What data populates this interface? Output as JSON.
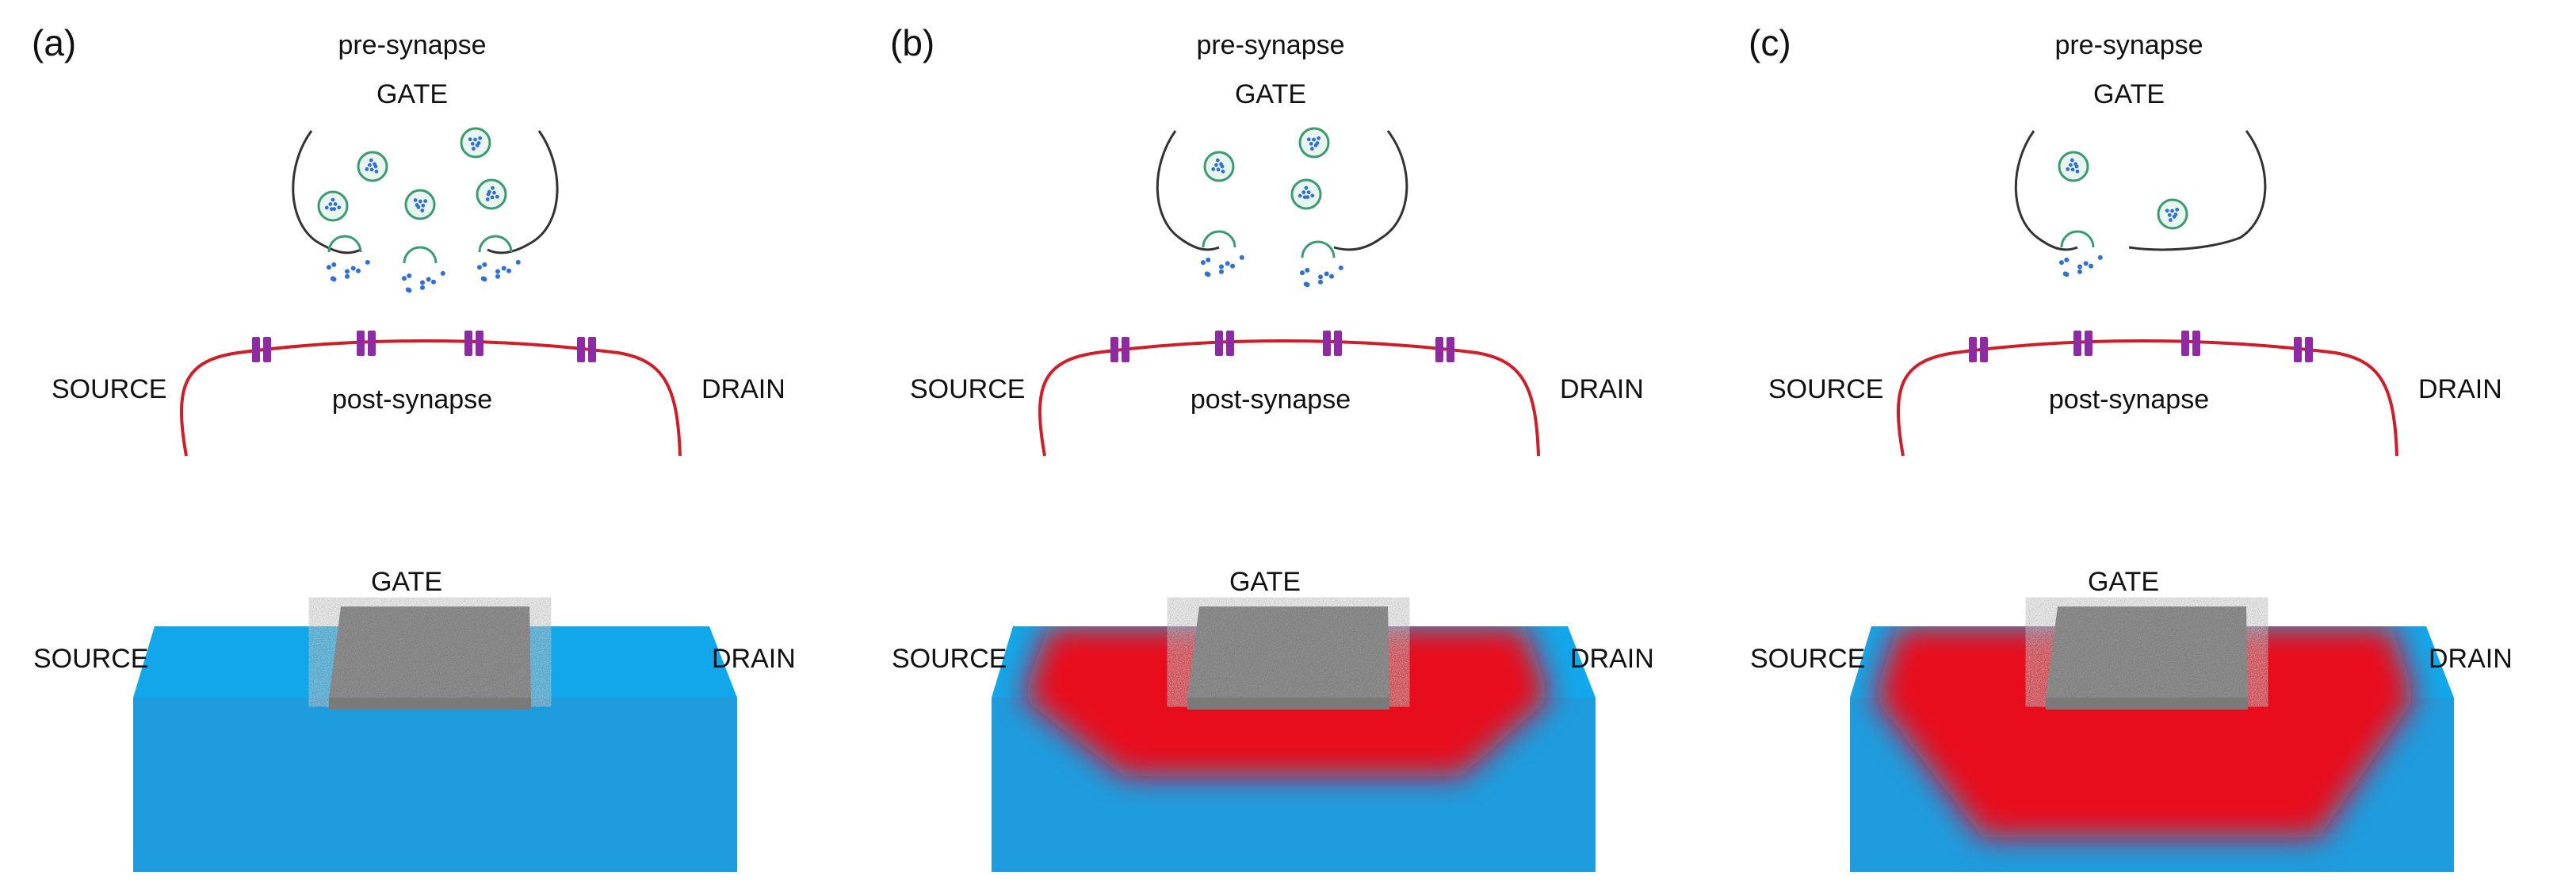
{
  "panels": [
    {
      "tag": "(a)",
      "presynapse_label": "pre-synapse",
      "gate_top_label": "GATE",
      "source_top_label": "SOURCE",
      "drain_top_label": "DRAIN",
      "postsynapse_label": "post-synapse",
      "gate_device_label": "GATE",
      "source_device_label": "SOURCE",
      "drain_device_label": "DRAIN",
      "vesicles_in_terminal": 5,
      "release_sites": 3,
      "channel_depth_fraction": 0
    },
    {
      "tag": "(b)",
      "presynapse_label": "pre-synapse",
      "gate_top_label": "GATE",
      "source_top_label": "SOURCE",
      "drain_top_label": "DRAIN",
      "postsynapse_label": "post-synapse",
      "gate_device_label": "GATE",
      "source_device_label": "SOURCE",
      "drain_device_label": "DRAIN",
      "vesicles_in_terminal": 3,
      "release_sites": 2,
      "channel_depth_fraction": 0.45
    },
    {
      "tag": "(c)",
      "presynapse_label": "pre-synapse",
      "gate_top_label": "GATE",
      "source_top_label": "SOURCE",
      "drain_top_label": "DRAIN",
      "postsynapse_label": "post-synapse",
      "gate_device_label": "GATE",
      "source_device_label": "SOURCE",
      "drain_device_label": "DRAIN",
      "vesicles_in_terminal": 2,
      "release_sites": 1,
      "channel_depth_fraction": 0.8
    }
  ],
  "colors": {
    "substrate": "#1e9cde",
    "substrate_top": "#12a7ea",
    "channel": "#e8101e",
    "gate": "#9a9a9a",
    "membrane": "#cc1f2a",
    "terminal_outline": "#333333",
    "receptor": "#8e2aa3",
    "vesicle": "#3a9a72",
    "neurotransmitter": "#2f6fd6"
  }
}
